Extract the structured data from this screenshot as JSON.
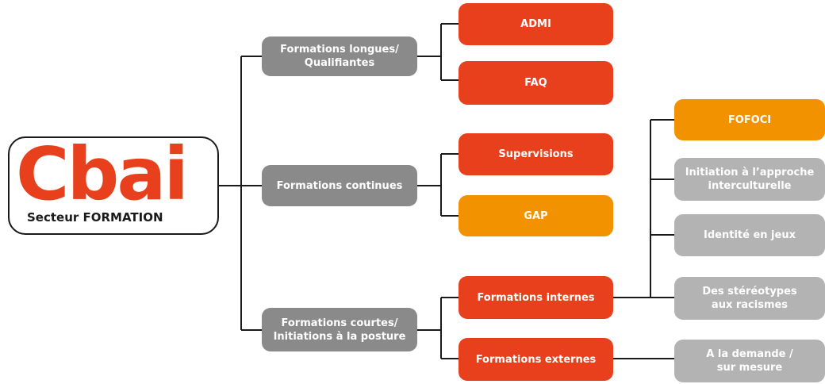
{
  "logo": {
    "word": "Cbai",
    "subtitle": "Secteur FORMATION"
  },
  "colors": {
    "gray": "#8a8a8a",
    "red": "#e8401c",
    "orange": "#f39200",
    "light_gray": "#b3b3b3",
    "line": "#1a1a1a"
  },
  "nodes": {
    "longues": "Formations longues/\nQualifiantes",
    "continues": "Formations continues",
    "courtes": "Formations courtes/\nInitiations à la posture",
    "admi": "ADMI",
    "faq": "FAQ",
    "supervisions": "Supervisions",
    "gap": "GAP",
    "internes": "Formations internes",
    "externes": "Formations externes",
    "fofoci": "FOFOCI",
    "interculturelle": "Initiation à l’approche\ninterculturelle",
    "identite": "Identité en jeux",
    "stereotypes": "Des stéréotypes\naux racismes",
    "demande": "A la demande /\nsur mesure"
  }
}
